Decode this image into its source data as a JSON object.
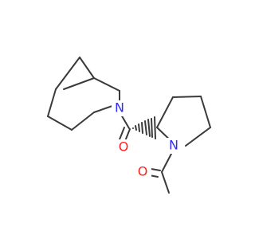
{
  "molecule": {
    "atoms": {
      "n1": {
        "symbol": "N",
        "color": "#2f2cff"
      },
      "n2": {
        "symbol": "N",
        "color": "#2f2cff"
      },
      "o1": {
        "symbol": "O",
        "color": "#ff1f1f"
      },
      "o2": {
        "symbol": "O",
        "color": "#ff1f1f"
      }
    },
    "bond_color": "#3a3a3a",
    "stereo_bond": "hashed-wedge"
  }
}
